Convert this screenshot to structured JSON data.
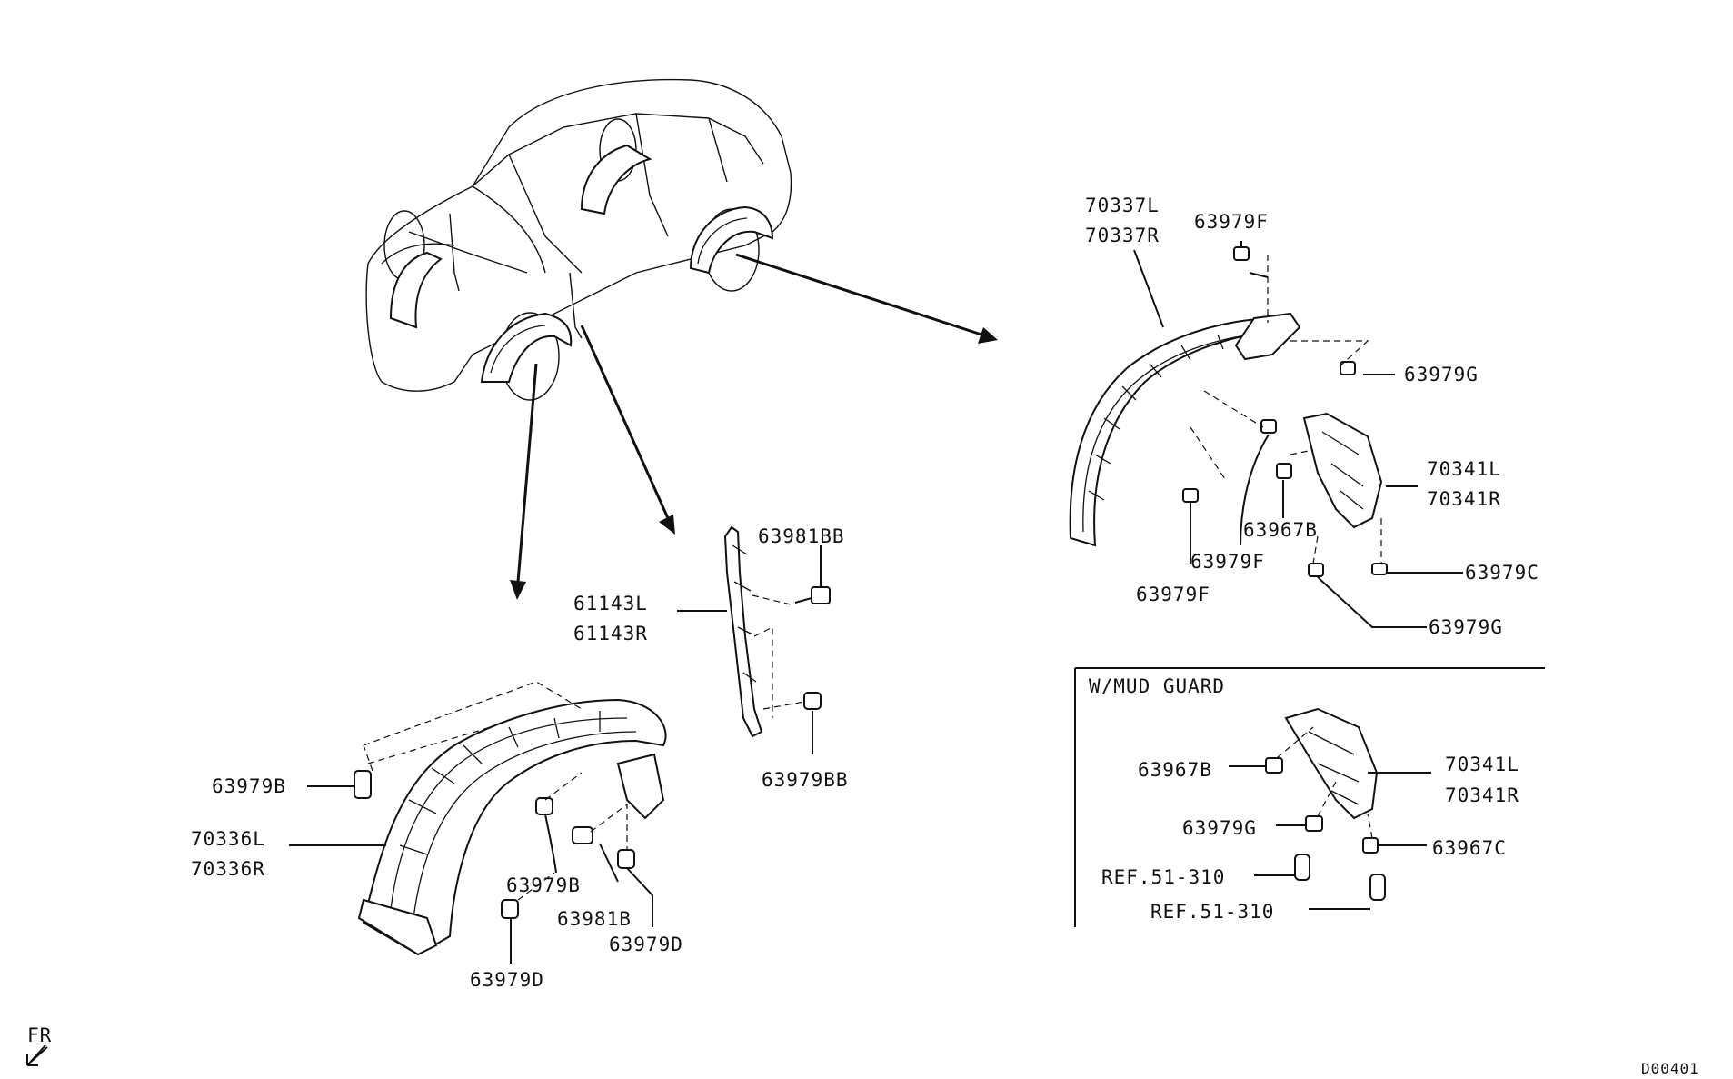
{
  "labels": {
    "front_liner_rear_upper": "70337L",
    "front_liner_rear_lower": "70337R",
    "rear_top_clip": "63979F",
    "rear_right_clip_g": "63979G",
    "rear_mudguard_upper": "70341L",
    "rear_mudguard_lower": "70341R",
    "rear_nut_b": "63967B",
    "rear_clip_f_mid": "63979F",
    "rear_clip_f_low": "63979F",
    "rear_clip_c": "63979C",
    "rear_clip_g_low": "63979G",
    "splash_bolt_bb": "63981BB",
    "splash_upper": "61143L",
    "splash_lower": "61143R",
    "splash_clip_bb": "63979BB",
    "front_clip_b_left": "63979B",
    "front_liner_upper": "70336L",
    "front_liner_lower": "70336R",
    "front_clip_b_mid": "63979B",
    "front_bolt_b": "63981B",
    "front_clip_d_right": "63979D",
    "front_clip_d_bottom": "63979D",
    "inset_title": "W/MUD GUARD",
    "inset_nut_b": "63967B",
    "inset_mudguard_upper": "70341L",
    "inset_mudguard_lower": "70341R",
    "inset_clip_g": "63979G",
    "inset_nut_c": "63967C",
    "inset_ref_1": "REF.51-310",
    "inset_ref_2": "REF.51-310",
    "fr_label": "FR",
    "diagram_code": "D00401"
  }
}
